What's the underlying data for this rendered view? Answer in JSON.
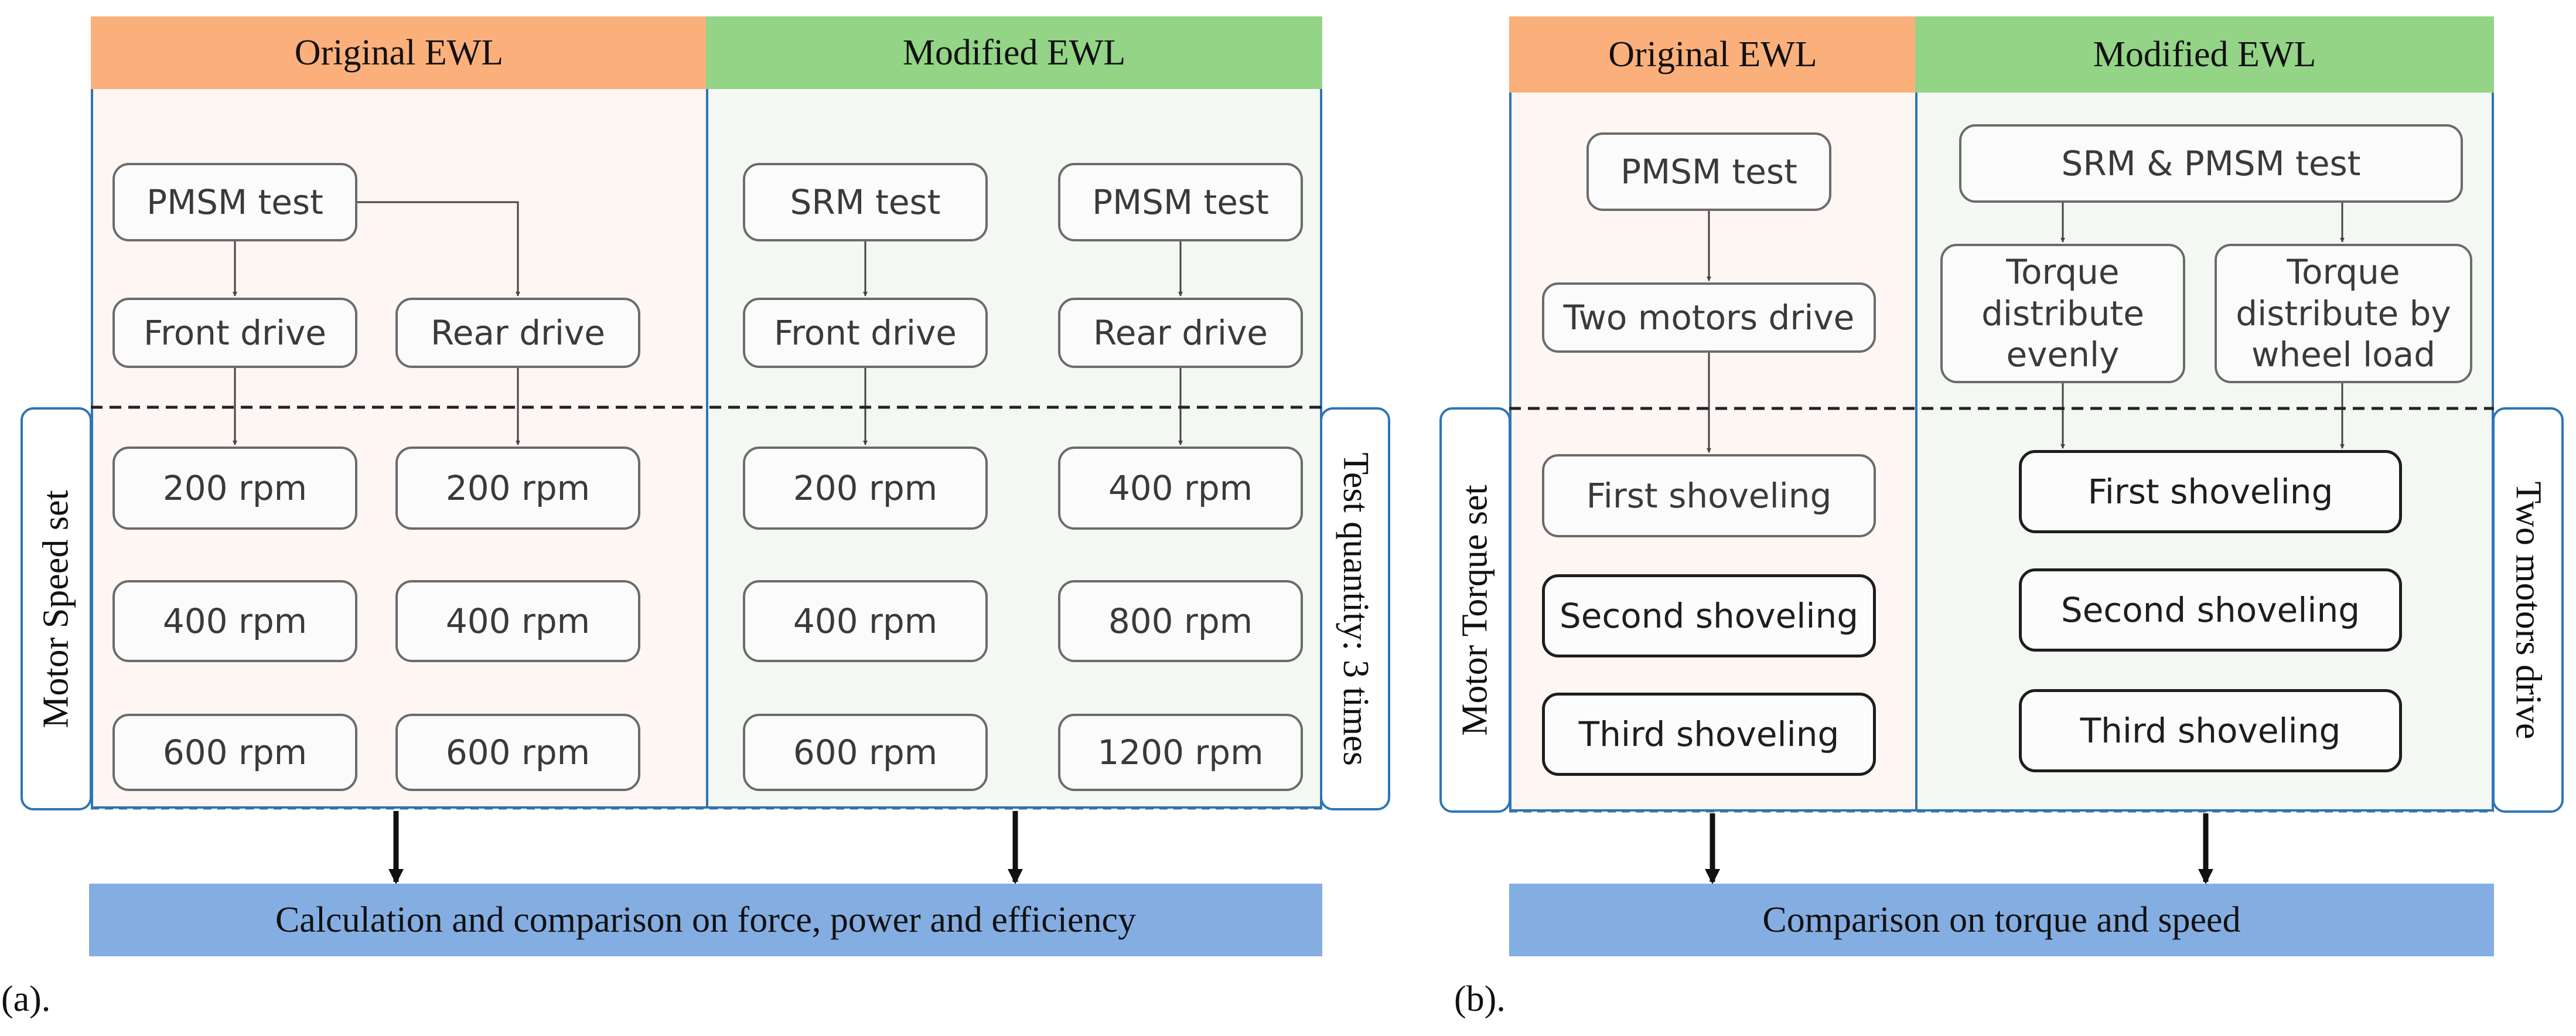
{
  "colors": {
    "original_header": "#fbb07c",
    "modified_header": "#93d486",
    "original_bg": "#fdf6f2",
    "modified_bg": "#f4f8f3",
    "panel_border": "#2e75b6",
    "bottom_bar": "#84aee2"
  },
  "panel_a": {
    "header_original": "Original EWL",
    "header_modified": "Modified EWL",
    "side_left": "Motor Speed set",
    "side_right": "Test quantity: 3 times",
    "original": {
      "test": "PMSM test",
      "front_drive": "Front drive",
      "rear_drive": "Rear drive",
      "front_speeds": [
        "200 rpm",
        "400 rpm",
        "600 rpm"
      ],
      "rear_speeds": [
        "200 rpm",
        "400 rpm",
        "600 rpm"
      ]
    },
    "modified": {
      "srm_test": "SRM test",
      "pmsm_test": "PMSM test",
      "front_drive": "Front drive",
      "rear_drive": "Rear drive",
      "front_speeds": [
        "200 rpm",
        "400 rpm",
        "600 rpm"
      ],
      "rear_speeds": [
        "400 rpm",
        "800 rpm",
        "1200 rpm"
      ]
    },
    "bottom": "Calculation and comparison on force, power and efficiency",
    "caption": "(a)."
  },
  "panel_b": {
    "header_original": "Original EWL",
    "header_modified": "Modified EWL",
    "side_left": "Motor Torque set",
    "side_right": "Two motors drive",
    "original": {
      "test": "PMSM test",
      "drive": "Two motors drive",
      "shovelings": [
        "First shoveling",
        "Second shoveling",
        "Third shoveling"
      ]
    },
    "modified": {
      "test": "SRM & PMSM test",
      "even": "Torque distribute evenly",
      "wheel": "Torque distribute by wheel load",
      "shovelings": [
        "First shoveling",
        "Second shoveling",
        "Third shoveling"
      ]
    },
    "bottom": "Comparison on torque and speed",
    "caption": "(b)."
  }
}
